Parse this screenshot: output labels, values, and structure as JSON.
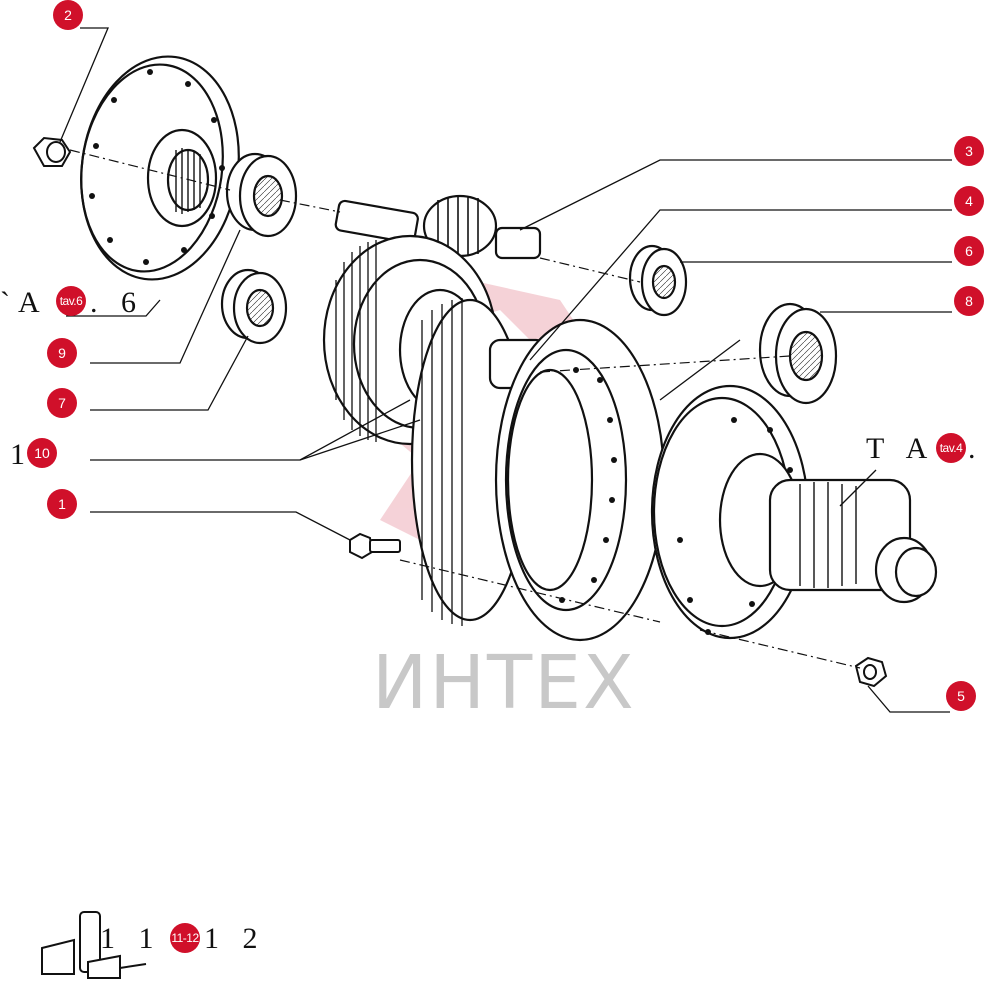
{
  "callouts": {
    "c2": "2",
    "c3": "3",
    "c4": "4",
    "c6": "6",
    "c8": "8",
    "c9": "9",
    "c7": "7",
    "c10": "10",
    "c1": "1",
    "c5": "5"
  },
  "refs": {
    "left_text_a": "ˋA",
    "left_badge": "tav.6",
    "left_text_b": ". 6",
    "right_text_a": "T A",
    "right_badge": "tav.4",
    "right_text_b": ".",
    "left_num_prefix": "1",
    "page_text_a": "1 1",
    "page_badge": "11-12",
    "page_text_b": "1 2"
  },
  "watermark": "ИНТЕХ",
  "colors": {
    "callout": "#d0102a",
    "line": "#111111",
    "watermark": "#c8c8c8",
    "logo": "#f2c9cf"
  }
}
